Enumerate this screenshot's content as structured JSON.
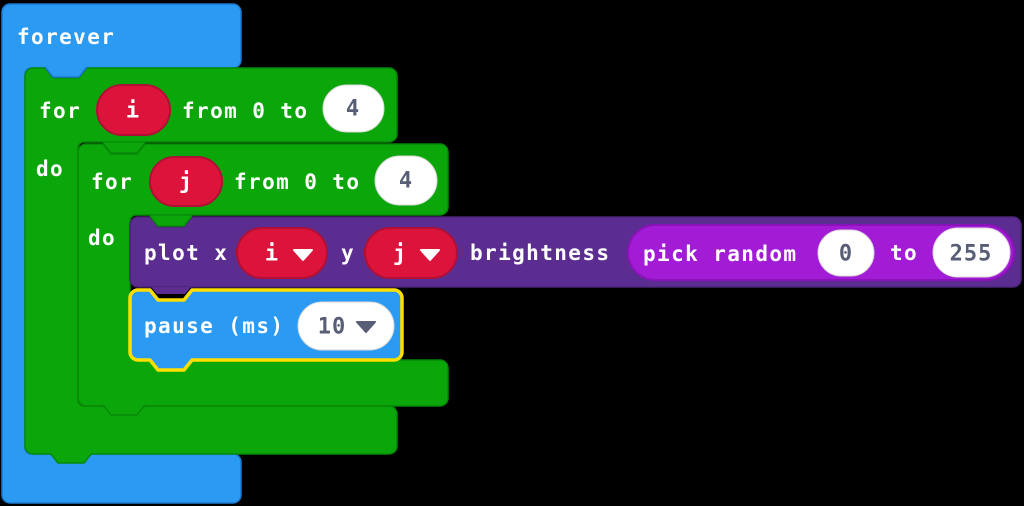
{
  "workspace": {
    "background_color": "#000000",
    "colors": {
      "basic_blue": "#2b9af3",
      "loops_green": "#0aa60a",
      "variables_red": "#DC143C",
      "led_purple": "#5C2D91",
      "math_purple": "#A21CD5",
      "highlight_yellow": "#FFDE00",
      "field_text": "#575E75"
    }
  },
  "blocks": {
    "forever": {
      "label": "forever"
    },
    "for_i": {
      "for": "for",
      "variable": "i",
      "from": "from 0 to",
      "to_value": "4",
      "do": "do"
    },
    "for_j": {
      "for": "for",
      "variable": "j",
      "from": "from 0 to",
      "to_value": "4",
      "do": "do"
    },
    "plot": {
      "plot_x": "plot x",
      "x_var": "i",
      "y": "y",
      "y_var": "j",
      "brightness": "brightness"
    },
    "pick_random": {
      "label": "pick random",
      "min": "0",
      "to": "to",
      "max": "255"
    },
    "pause": {
      "label": "pause (ms)",
      "value": "10"
    }
  }
}
